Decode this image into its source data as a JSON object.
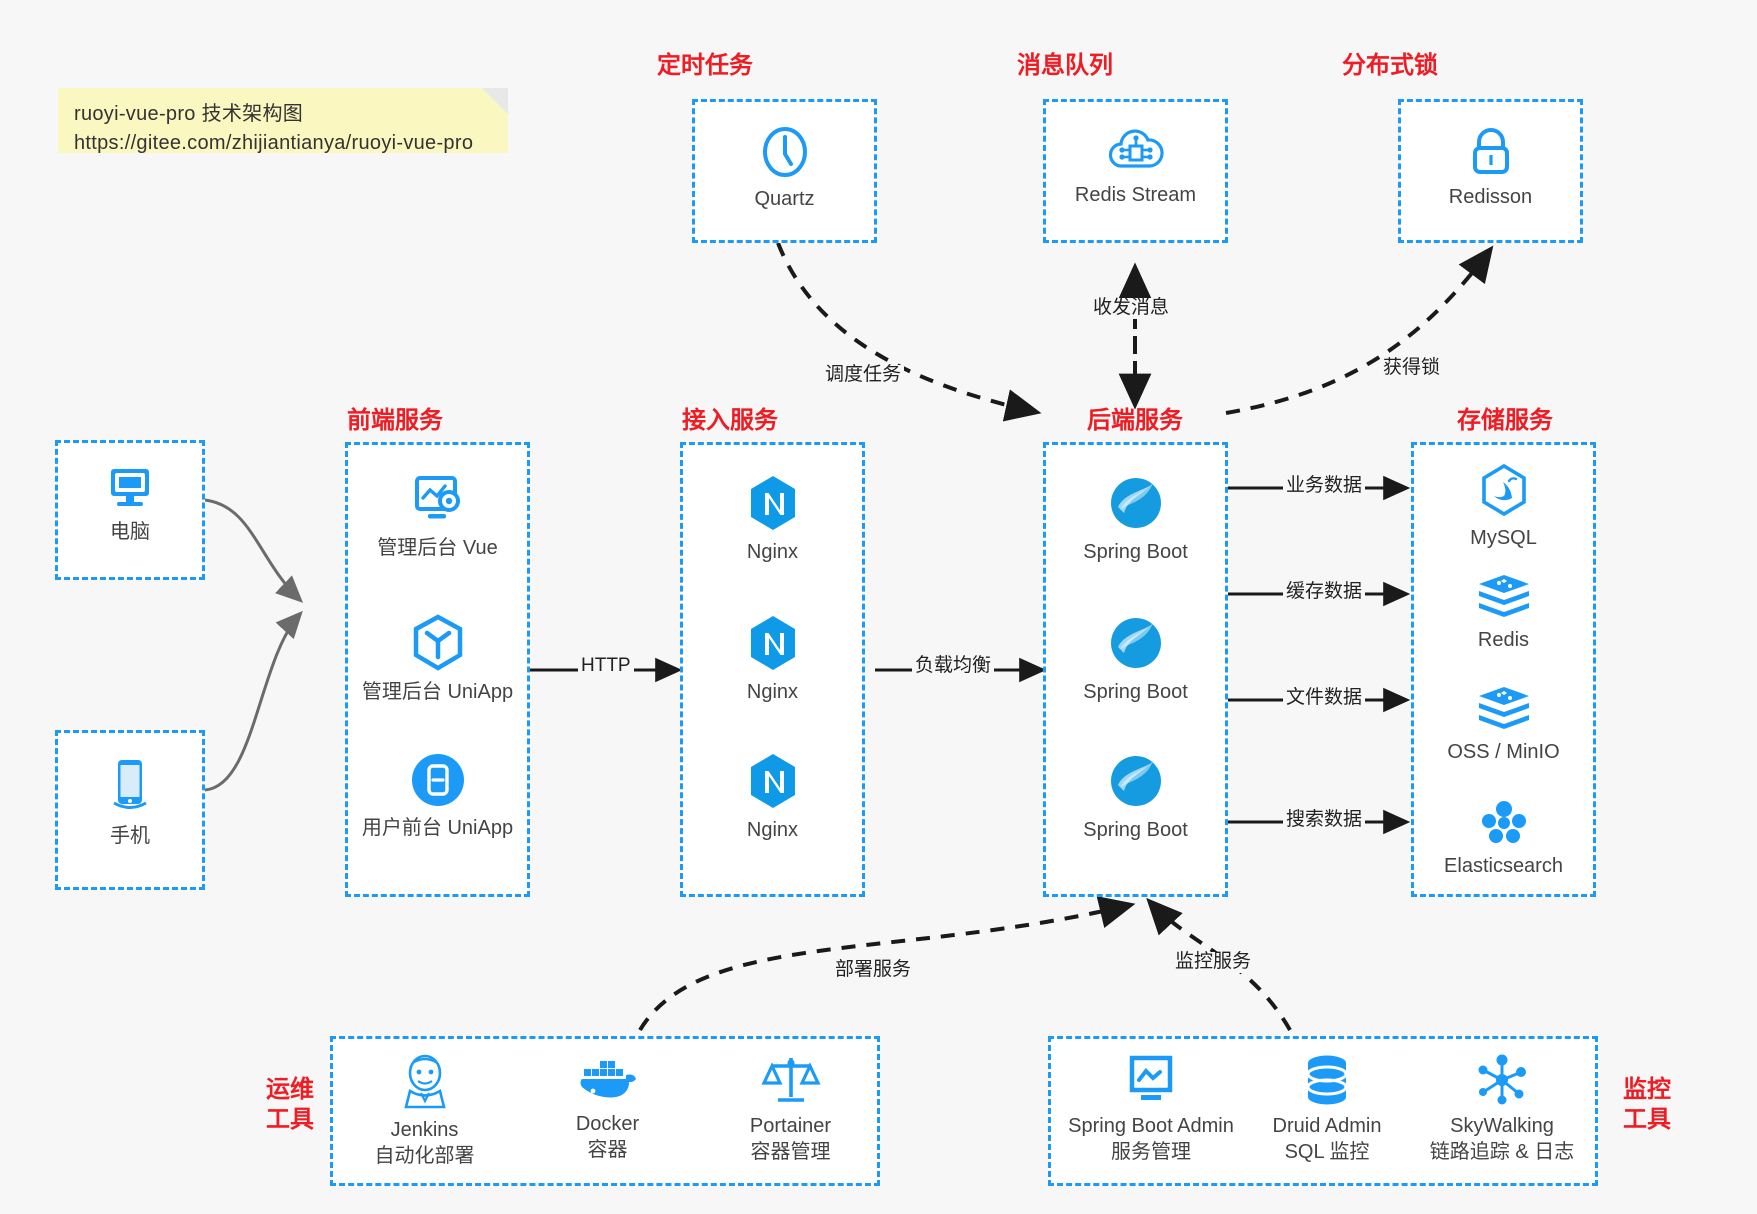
{
  "note": {
    "line1": "ruoyi-vue-pro 技术架构图",
    "line2": "https://gitee.com/zhijiantianya/ruoyi-vue-pro"
  },
  "colors": {
    "accent_blue": "#1b9af7",
    "title_red": "#ef1c24",
    "background": "#f7f7f7",
    "box_fill": "#ffffff",
    "arrow_dark": "#1a1a1a",
    "arrow_grey": "#6b6b6b",
    "note_yellow": "#fbf7c0",
    "text_grey": "#444444"
  },
  "groups": {
    "scheduler": {
      "title": "定时任务",
      "nodes": [
        {
          "label": "Quartz",
          "icon": "clock-icon"
        }
      ]
    },
    "mq": {
      "title": "消息队列",
      "nodes": [
        {
          "label": "Redis Stream",
          "icon": "cloud-stream-icon"
        }
      ]
    },
    "lock": {
      "title": "分布式锁",
      "nodes": [
        {
          "label": "Redisson",
          "icon": "lock-icon"
        }
      ]
    },
    "clients": {
      "nodes": [
        {
          "label": "电脑",
          "icon": "desktop-icon"
        },
        {
          "label": "手机",
          "icon": "mobile-icon"
        }
      ]
    },
    "frontend": {
      "title": "前端服务",
      "nodes": [
        {
          "label": "管理后台 Vue",
          "icon": "dashboard-gear-icon"
        },
        {
          "label": "管理后台 UniApp",
          "icon": "hexagon-cube-icon"
        },
        {
          "label": "用户前台 UniApp",
          "icon": "phone-circle-icon"
        }
      ]
    },
    "gateway": {
      "title": "接入服务",
      "nodes": [
        {
          "label": "Nginx",
          "icon": "nginx-icon"
        },
        {
          "label": "Nginx",
          "icon": "nginx-icon"
        },
        {
          "label": "Nginx",
          "icon": "nginx-icon"
        }
      ]
    },
    "backend": {
      "title": "后端服务",
      "nodes": [
        {
          "label": "Spring Boot",
          "icon": "spring-leaf-icon"
        },
        {
          "label": "Spring Boot",
          "icon": "spring-leaf-icon"
        },
        {
          "label": "Spring Boot",
          "icon": "spring-leaf-icon"
        }
      ]
    },
    "storage": {
      "title": "存储服务",
      "nodes": [
        {
          "label": "MySQL",
          "icon": "mysql-dolphin-icon"
        },
        {
          "label": "Redis",
          "icon": "redis-stack-icon"
        },
        {
          "label": "OSS / MinIO",
          "icon": "oss-stack-icon"
        },
        {
          "label": "Elasticsearch",
          "icon": "elasticsearch-icon"
        }
      ]
    },
    "devops": {
      "title_line1": "运维",
      "title_line2": "工具",
      "nodes": [
        {
          "label": "Jenkins",
          "sub": "自动化部署",
          "icon": "jenkins-butler-icon"
        },
        {
          "label": "Docker",
          "sub": "容器",
          "icon": "docker-whale-icon"
        },
        {
          "label": "Portainer",
          "sub": "容器管理",
          "icon": "portainer-scale-icon"
        }
      ]
    },
    "monitor": {
      "title_line1": "监控",
      "title_line2": "工具",
      "nodes": [
        {
          "label": "Spring Boot Admin",
          "sub": "服务管理",
          "icon": "monitor-chart-icon"
        },
        {
          "label": "Druid Admin",
          "sub": "SQL 监控",
          "icon": "database-icon"
        },
        {
          "label": "SkyWalking",
          "sub": "链路追踪 & 日志",
          "icon": "skywalking-node-icon"
        }
      ]
    }
  },
  "edges": [
    {
      "id": "schedule-task",
      "label": "调度任务"
    },
    {
      "id": "send-receive-message",
      "label": "收发消息"
    },
    {
      "id": "acquire-lock",
      "label": "获得锁"
    },
    {
      "id": "http",
      "label": "HTTP"
    },
    {
      "id": "load-balance",
      "label": "负载均衡"
    },
    {
      "id": "business-data",
      "label": "业务数据"
    },
    {
      "id": "cache-data",
      "label": "缓存数据"
    },
    {
      "id": "file-data",
      "label": "文件数据"
    },
    {
      "id": "search-data",
      "label": "搜索数据"
    },
    {
      "id": "deploy-service",
      "label": "部署服务"
    },
    {
      "id": "monitor-service",
      "label": "监控服务"
    }
  ]
}
